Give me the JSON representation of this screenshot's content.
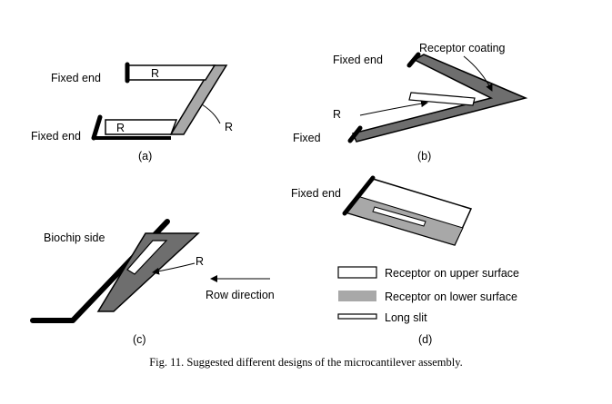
{
  "panel_a": {
    "fixed_end_top": "Fixed end",
    "fixed_end_bottom": "Fixed end",
    "r_top": "R",
    "r_bottom": "R",
    "r_diagonal": "R",
    "tag": "(a)"
  },
  "panel_b": {
    "fixed_end": "Fixed end",
    "fixed": "Fixed",
    "receptor_coating": "Receptor coating",
    "r": "R",
    "tag": "(b)"
  },
  "panel_c": {
    "biochip_side": "Biochip side",
    "r": "R",
    "row_direction": "Row direction",
    "tag": "(c)"
  },
  "panel_d": {
    "fixed_end": "Fixed end",
    "tag": "(d)"
  },
  "legend": {
    "upper": "Receptor on upper surface",
    "lower": "Receptor on lower surface",
    "slit": "Long slit"
  },
  "colors": {
    "white_fill": "#ffffff",
    "light_gray": "#a8a8a8",
    "dark_gray": "#6e6e6e",
    "outline": "#000000"
  },
  "caption": "Fig. 11. Suggested different designs of the microcantilever assembly."
}
